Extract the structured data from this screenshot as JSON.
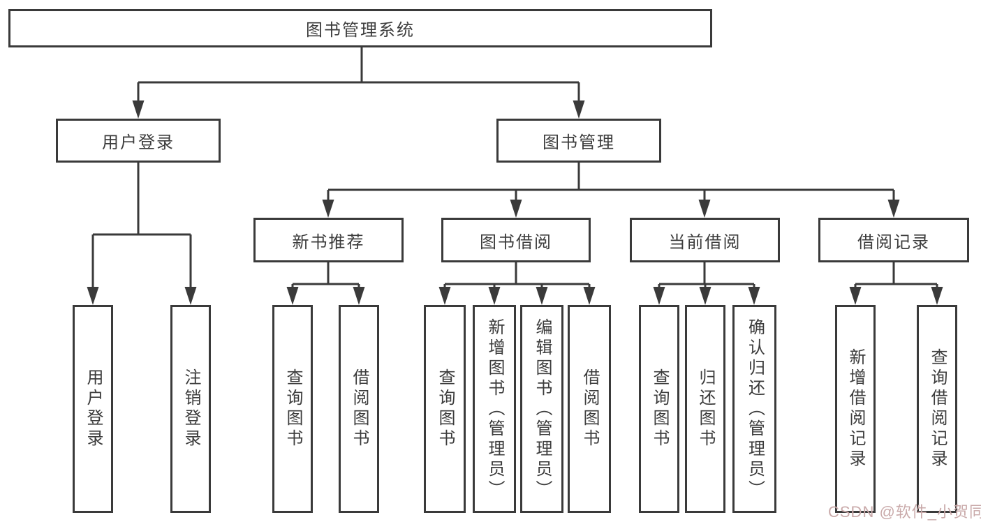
{
  "diagram": {
    "type": "hierarchy-tree",
    "root": {
      "label": "图书管理系统"
    },
    "branches": [
      {
        "label": "用户登录",
        "children": [
          {
            "label": "用户登录"
          },
          {
            "label": "注销登录"
          }
        ]
      },
      {
        "label": "图书管理",
        "children": [
          {
            "label": "新书推荐",
            "children": [
              {
                "label": "查询图书"
              },
              {
                "label": "借阅图书"
              }
            ]
          },
          {
            "label": "图书借阅",
            "children": [
              {
                "label": "查询图书"
              },
              {
                "label": "新增图书（管理员）"
              },
              {
                "label": "编辑图书（管理员）"
              },
              {
                "label": "借阅图书"
              }
            ]
          },
          {
            "label": "当前借阅",
            "children": [
              {
                "label": "查询图书"
              },
              {
                "label": "归还图书"
              },
              {
                "label": "确认归还（管理员）"
              }
            ]
          },
          {
            "label": "借阅记录",
            "children": [
              {
                "label": "新增借阅记录"
              },
              {
                "label": "查询借阅记录"
              }
            ]
          }
        ]
      }
    ],
    "colors": {
      "line": "#3a3a3a",
      "text": "#3c3c3c",
      "background": "#ffffff",
      "watermark": "#c9a9a9"
    }
  },
  "watermark": {
    "text": "CSDN @软件_小贺同学"
  }
}
